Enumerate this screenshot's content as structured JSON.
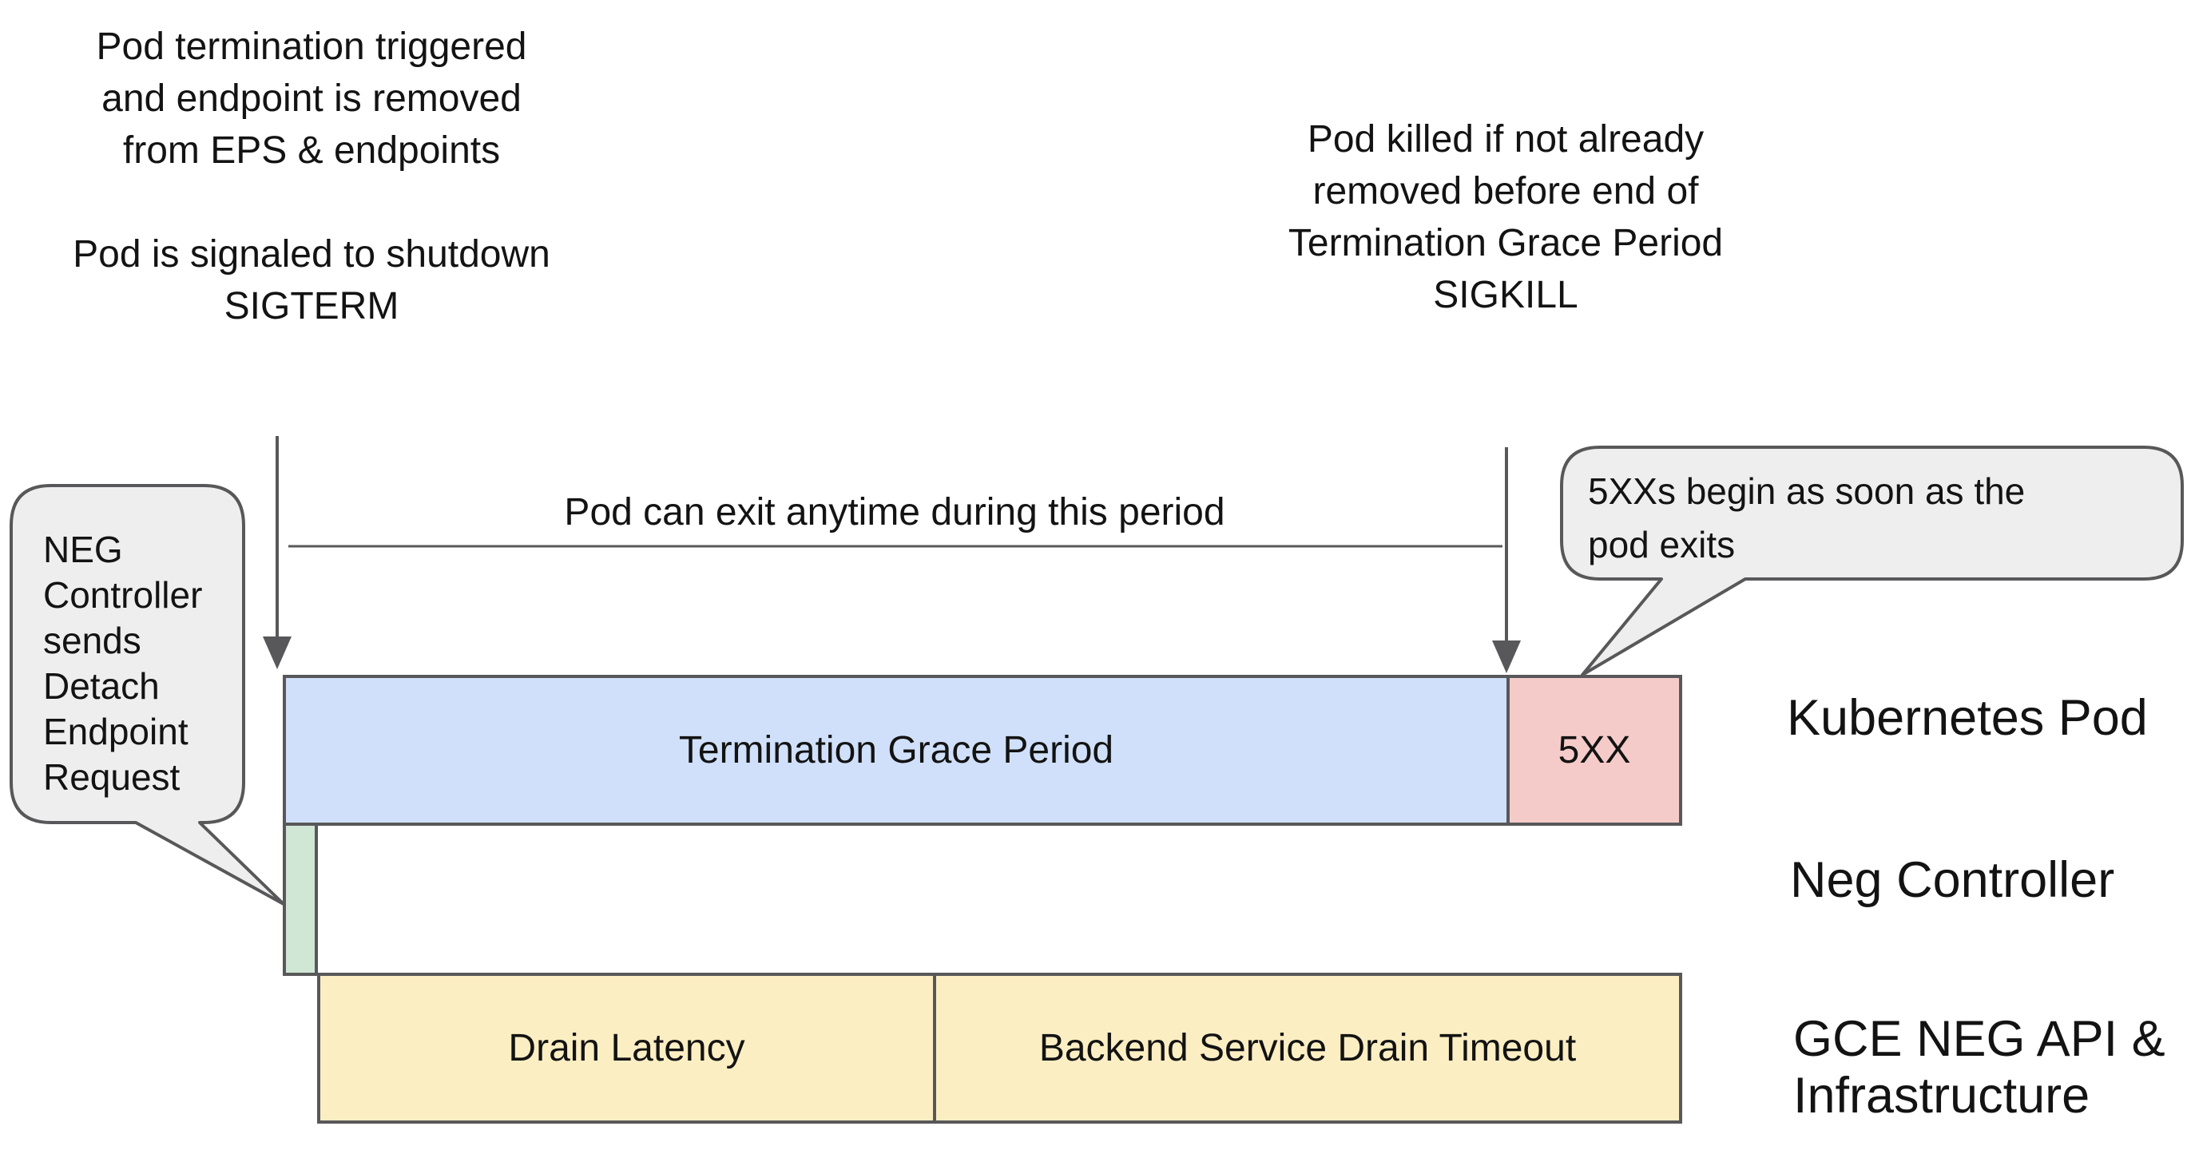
{
  "notes": {
    "top_left": {
      "lines": [
        "Pod termination triggered",
        "and endpoint is removed",
        "from EPS & endpoints",
        "",
        "Pod is signaled to shutdown",
        "SIGTERM"
      ]
    },
    "top_right": {
      "lines": [
        "Pod killed if not already",
        "removed before end of",
        "Termination Grace Period",
        "SIGKILL"
      ]
    },
    "exit_period": "Pod can exit anytime during this period"
  },
  "callouts": {
    "neg_controller": {
      "lines": [
        "NEG",
        "Controller",
        "sends",
        "Detach",
        "Endpoint",
        "Request"
      ]
    },
    "five_xx": {
      "lines": [
        "5XXs begin as soon as the",
        "pod exits"
      ]
    }
  },
  "timeline": {
    "kubernetes_pod": {
      "grace_period_label": "Termination Grace Period",
      "error_label": "5XX"
    },
    "gce": {
      "drain_latency_label": "Drain Latency",
      "backend_drain_label": "Backend Service Drain Timeout"
    }
  },
  "row_labels": {
    "kubernetes_pod": "Kubernetes Pod",
    "neg_controller": "Neg Controller",
    "gce_lines": [
      "GCE NEG API &",
      "Infrastructure"
    ]
  },
  "colors": {
    "grace_period_blue": "#d0e0fa",
    "error_red": "#f5cbca",
    "detach_green": "#d0e7d5",
    "drain_yellow": "#fceec3",
    "callout_gray": "#eeeeee",
    "line_gray": "#58585a",
    "text_black": "#131313"
  }
}
